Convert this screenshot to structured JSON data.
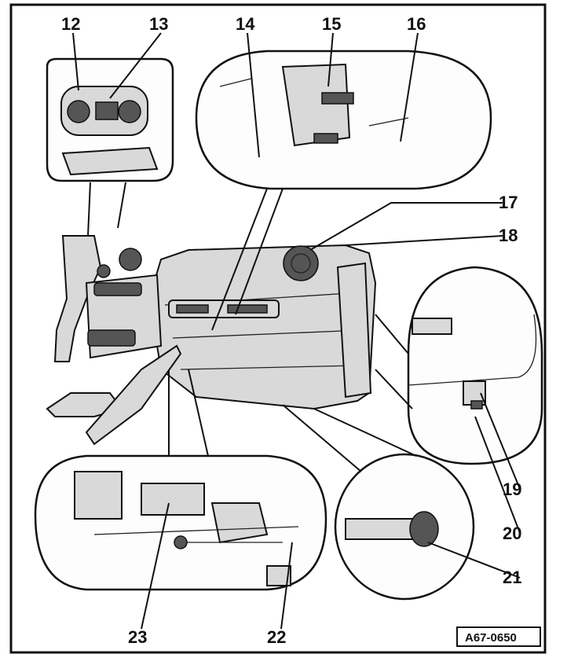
{
  "diagram": {
    "callouts": [
      {
        "id": "c12",
        "label": "12"
      },
      {
        "id": "c13",
        "label": "13"
      },
      {
        "id": "c14",
        "label": "14"
      },
      {
        "id": "c15",
        "label": "15"
      },
      {
        "id": "c16",
        "label": "16"
      },
      {
        "id": "c17",
        "label": "17"
      },
      {
        "id": "c18",
        "label": "18"
      },
      {
        "id": "c19",
        "label": "19"
      },
      {
        "id": "c20",
        "label": "20"
      },
      {
        "id": "c21",
        "label": "21"
      },
      {
        "id": "c22",
        "label": "22"
      },
      {
        "id": "c23",
        "label": "23"
      }
    ],
    "figure_code": "A67-0650"
  }
}
